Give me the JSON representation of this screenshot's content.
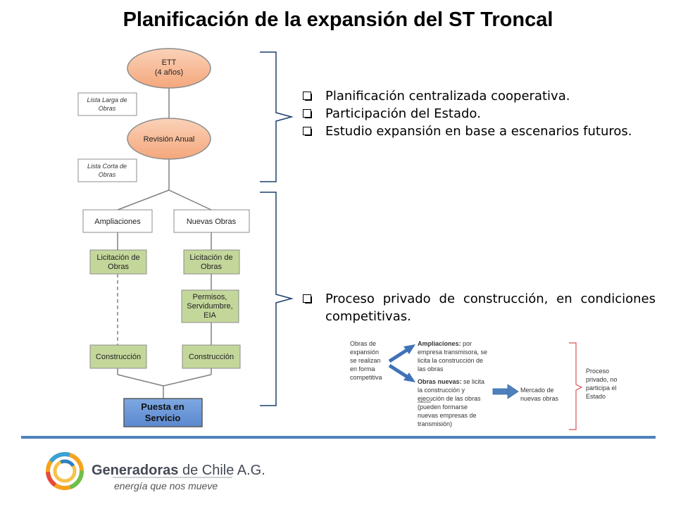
{
  "title": "Planificación de la expansión del ST Troncal",
  "flowchart": {
    "ett": [
      "ETT",
      "(4 años)"
    ],
    "lista_larga": [
      "Lista Larga de",
      "Obras"
    ],
    "revision": "Revisión Anual",
    "lista_corta": [
      "Lista Corta de",
      "Obras"
    ],
    "ampliaciones": "Ampliaciones",
    "nuevas_obras": "Nuevas Obras",
    "licitacion_left": [
      "Licitación de",
      "Obras"
    ],
    "licitacion_right": [
      "Licitación de",
      "Obras"
    ],
    "permisos": [
      "Permisos,",
      "Servidumbre,",
      "EIA"
    ],
    "construccion_left": "Construcción",
    "construccion_right": "Construcción",
    "puesta": [
      "Puesta en",
      "Servicio"
    ]
  },
  "bullets_top": [
    "Planificación centralizada cooperativa.",
    "Participación del Estado.",
    "Estudio expansión en base a escenarios futuros."
  ],
  "bullets_bottom": [
    "Proceso privado de construcción, en condiciones competitivas."
  ],
  "small_diagram": {
    "left_text": [
      "Obras de",
      "expansión",
      "se realizan",
      "en forma",
      "competitiva"
    ],
    "ampliaciones_bold": "Ampliaciones:",
    "ampliaciones_rest": [
      " por",
      "empresa transmisora, se",
      "licita la construcción de",
      "las obras"
    ],
    "nuevas_bold": "Obras nuevas:",
    "nuevas_rest": [
      " se licita",
      "la construcción y",
      "ejecución de las obras",
      "(pueden formarse",
      "nuevas empresas de",
      "transmisión)"
    ],
    "mercado": [
      "Mercado de",
      "nuevas obras"
    ],
    "right_text": [
      "Proceso",
      "privado, no",
      "participa el",
      "Estado"
    ]
  },
  "footer": {
    "logo_bold": "Generadoras",
    "logo_light": " de Chile A.G.",
    "tagline": "energía que nos mueve"
  },
  "colors": {
    "oval_fill": "#f6b48f",
    "green_fill": "#c4d79b",
    "blue_fill": "#6f9bd8",
    "footer_line": "#4f81bd"
  }
}
